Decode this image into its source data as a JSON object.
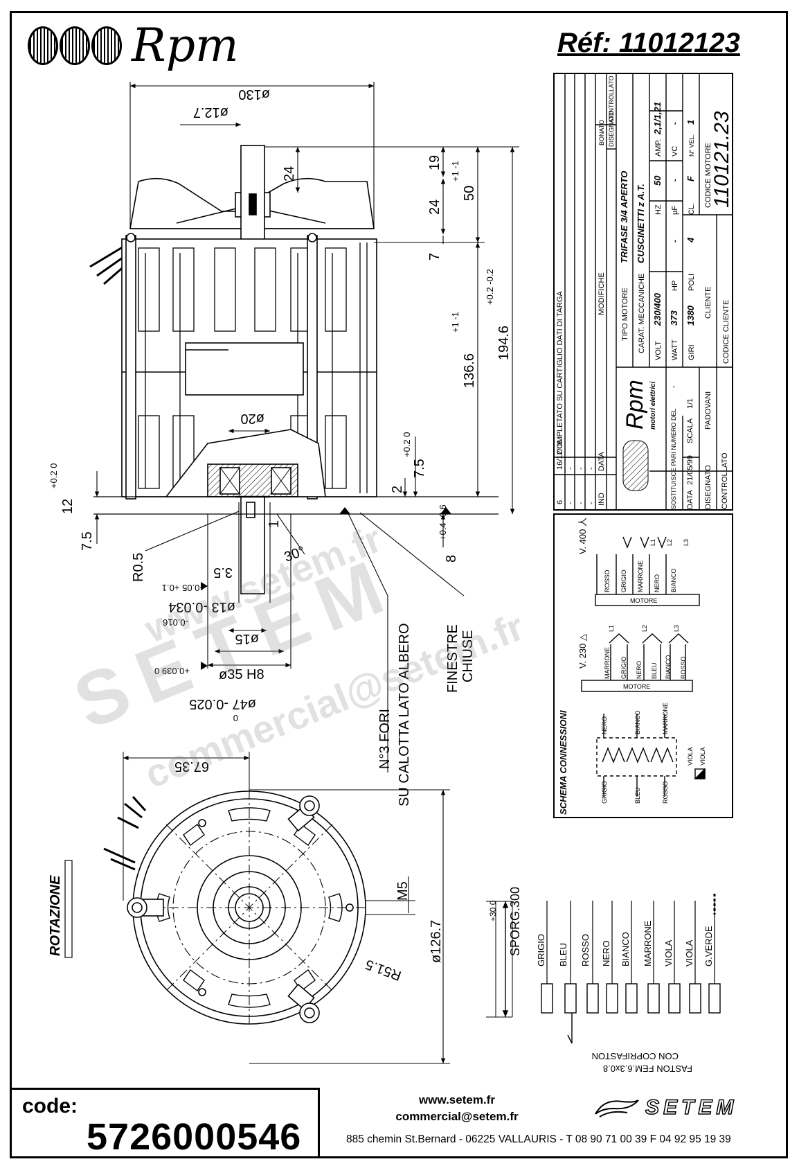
{
  "header": {
    "brand": "Rpm",
    "reference": "Réf: 11012123"
  },
  "title_block": {
    "revisions": [
      {
        "ind": "6",
        "data": "16/12/08",
        "modifiche": "COMPLETATO SU CARTIGLIO DATI DI TARGA"
      },
      {
        "ind": "-",
        "data": "-",
        "modifiche": "-"
      },
      {
        "ind": "-",
        "data": "-",
        "modifiche": "-"
      },
      {
        "ind": "-",
        "data": "-",
        "modifiche": "-"
      }
    ],
    "col_ind": "IND",
    "col_data": "DATA",
    "col_modifiche": "MODIFICHE",
    "bonato": "BONATO",
    "disegnato_col": "DISEGNATO",
    "controllato_col": "CONTROLLATO",
    "tipo_motore_label": "TIPO MOTORE",
    "tipo_motore_value": "TRIFASE 3/4 APERTO",
    "carat_label": "CARAT. MECCANICHE",
    "carat_value": "CUSCINETTI z A.T.",
    "volt_label": "VOLT",
    "volt_value": "230/400",
    "hz_label": "HZ",
    "hz_value": "50",
    "amp_label": "AMP.",
    "amp_value": "2,1/1,21",
    "watt_label": "WATT",
    "watt_value": "373",
    "hp_label": "HP",
    "hp_value": "-",
    "uf_label": "µF",
    "uf_value": "-",
    "vc_label": "VC",
    "vc_value": "-",
    "giri_label": "GIRI",
    "giri_value": "1380",
    "poli_label": "POLI",
    "poli_value": "4",
    "cl_label": "CL.",
    "cl_value": "F",
    "nvel_label": "N° VEL.",
    "nvel_value": "1",
    "cliente_label": "CLIENTE",
    "codice_motore_label": "CODICE MOTORE",
    "codice_motore_value": "110121.23",
    "codice_cliente_label": "CODICE CLIENTE",
    "logo_sub": "motori elettrici",
    "sostituisce_label": "SOSTITUISCE PARI NUMERO DEL",
    "sostituisce_value": "-",
    "data_label": "DATA",
    "data_value": "21/05/99",
    "scala_label": "SCALA",
    "scala_value": "1/1",
    "disegnato_label": "DISEGNATO",
    "disegnato_value": "PADOVANI",
    "controllato_label": "CONTROLLATO"
  },
  "dimensions": {
    "d130": "ø130",
    "d12_7": "ø12.7",
    "l24a": "24",
    "l19": "19",
    "l24b": "24",
    "l50": "50",
    "l50_tol": "+1 -1",
    "l7": "7",
    "l194": "194.6",
    "l194_tol": "+0.2 -0.2",
    "l136": "136.6",
    "l136_tol": "+1 -1",
    "d20": "ø20",
    "l7_5r": "7.5",
    "l7_5r_tol": "+0.2 0",
    "l2": "2",
    "l8": "8",
    "l8_tol": "+0.4 -0.6",
    "l12": "12",
    "l12_tol": "+0.2 0",
    "l7_5l": "7.5",
    "l1": "1",
    "a30": "30°",
    "r0_5": "R0.5",
    "l3_5": "3.5",
    "l3_5_tol": "+0.05 +0.1",
    "d13": "ø13 -0.034",
    "d13_tol": "-0.016",
    "d15": "ø15",
    "d35": "ø35 H8",
    "d35_tol": "+0.039 0",
    "d47": "ø47 -0.025",
    "d47_tol": "0",
    "l67_35": "67.35",
    "m5": "M5",
    "d126_7": "ø126.7",
    "r51_5": "R51.5",
    "fori_1": "N°3 FORI",
    "fori_2": "SU CALOTTA LATO ALBERO",
    "finestre_1": "FINESTRE",
    "finestre_2": "CHIUSE"
  },
  "rotazione": "ROTAZIONE",
  "schema": {
    "title": "SCHEMA CONNESSIONI",
    "v400": "V. 400 人",
    "v230": "V. 230 △",
    "motore": "MOTORE",
    "l1": "L1",
    "l2": "L2",
    "l3": "L3",
    "star_wires": [
      "ROSSO",
      "GRIGIO",
      "MARRONE",
      "NERO",
      "BIANCO"
    ],
    "delta_wires": [
      "MARRONE",
      "GRIGIO",
      "NERO",
      "BLEU",
      "BIANCO",
      "ROSSO"
    ],
    "winding_top": [
      "NERO",
      "BIANCO",
      "MARRONE"
    ],
    "winding_bottom": [
      "GRIGIO",
      "BLEU",
      "ROSSO"
    ],
    "viola": "VIOLA"
  },
  "leads": {
    "sporg": "SPORG.300",
    "sporg_tol": "+30 0",
    "wires": [
      "GRIGIO",
      "BLEU",
      "ROSSO",
      "NERO",
      "BIANCO",
      "MARRONE",
      "VIOLA",
      "VIOLA",
      "G.VERDE"
    ],
    "faston_1": "FASTON FEM.6.3x0.8",
    "faston_2": "CON COPRIFASTON"
  },
  "footer": {
    "code_label": "code:",
    "code_value": "5726000546",
    "website": "www.setem.fr",
    "email": "commercial@setem.fr",
    "address": "885 chemin St.Bernard  -  06225 VALLAURIS  -  T 08 90 71 00 39   F 04 92 95 19 39",
    "company": "SETEM"
  },
  "watermarks": [
    "www.setem.fr",
    "SETEM",
    "commercial@setem.fr"
  ]
}
